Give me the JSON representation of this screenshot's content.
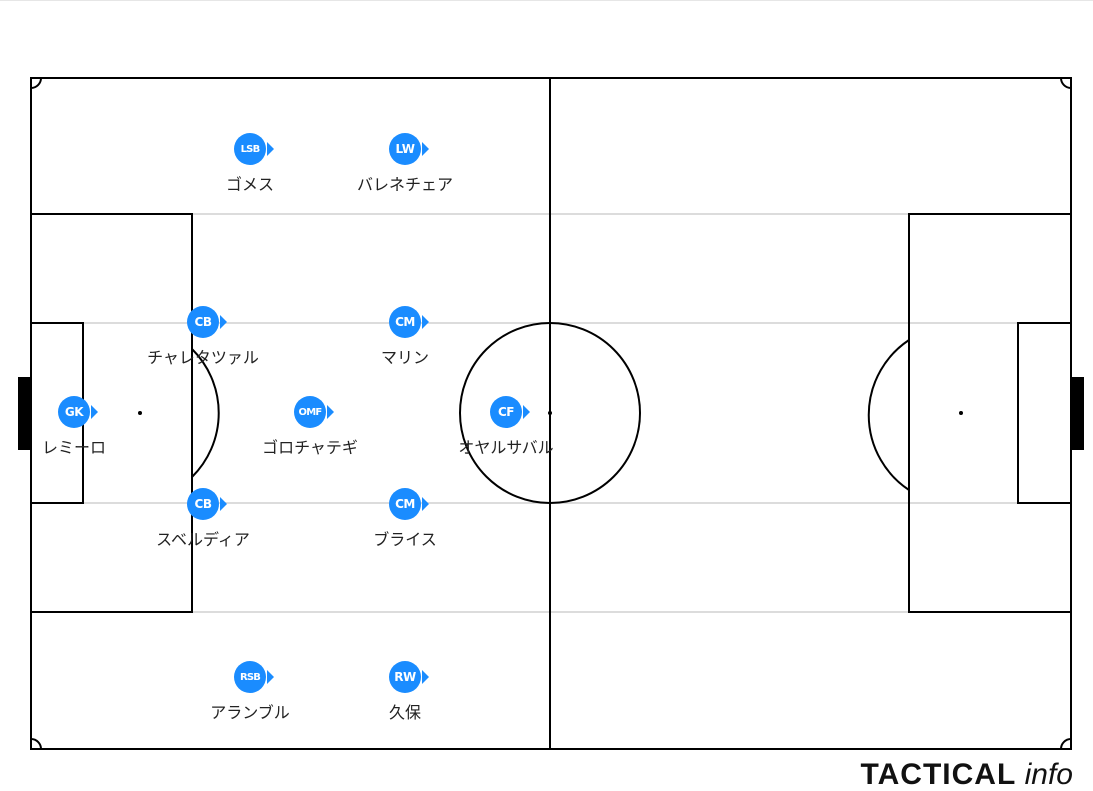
{
  "brand": {
    "primary": "TACTICAL",
    "secondary": "info"
  },
  "colors": {
    "badge": "#1a8cff",
    "line": "#000000",
    "guide": "#dcdcdc",
    "text": "#222222"
  },
  "players": [
    {
      "id": "lsb",
      "position": "LSB",
      "name": "ゴメス"
    },
    {
      "id": "lw",
      "position": "LW",
      "name": "バレネチェア"
    },
    {
      "id": "cb-l",
      "position": "CB",
      "name": "チャレタツァル"
    },
    {
      "id": "cm-l",
      "position": "CM",
      "name": "マリン"
    },
    {
      "id": "gk",
      "position": "GK",
      "name": "レミーロ"
    },
    {
      "id": "omf",
      "position": "OMF",
      "name": "ゴロチャテギ"
    },
    {
      "id": "cf",
      "position": "CF",
      "name": "オヤルサバル"
    },
    {
      "id": "cb-r",
      "position": "CB",
      "name": "スベルディア"
    },
    {
      "id": "cm-r",
      "position": "CM",
      "name": "ブライス"
    },
    {
      "id": "rsb",
      "position": "RSB",
      "name": "アランブル"
    },
    {
      "id": "rw",
      "position": "RW",
      "name": "久保"
    }
  ]
}
